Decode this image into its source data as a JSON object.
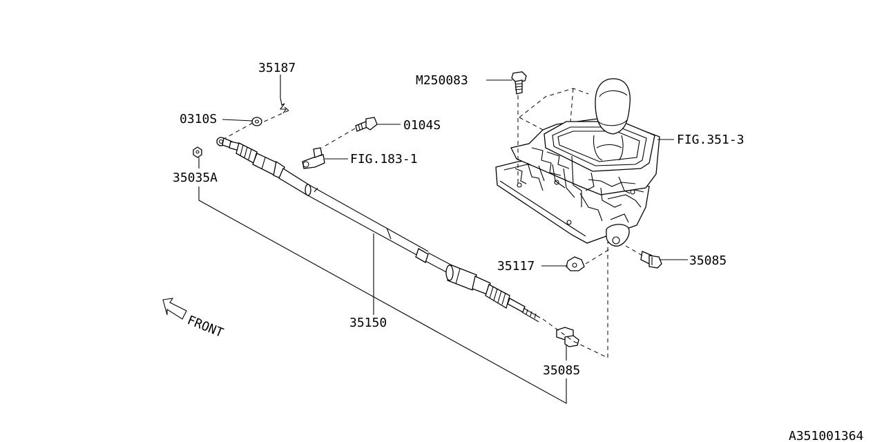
{
  "labels": {
    "p35187": "35187",
    "p0310s": "0310S",
    "p0104s": "0104S",
    "fig183": "FIG.183-1",
    "p35035a": "35035A",
    "p35150": "35150",
    "m250083": "M250083",
    "fig351": "FIG.351-3",
    "p35117": "35117",
    "p35085_right": "35085",
    "p35085_bottom": "35085",
    "front": "FRONT",
    "diagram_code": "A351001364"
  }
}
